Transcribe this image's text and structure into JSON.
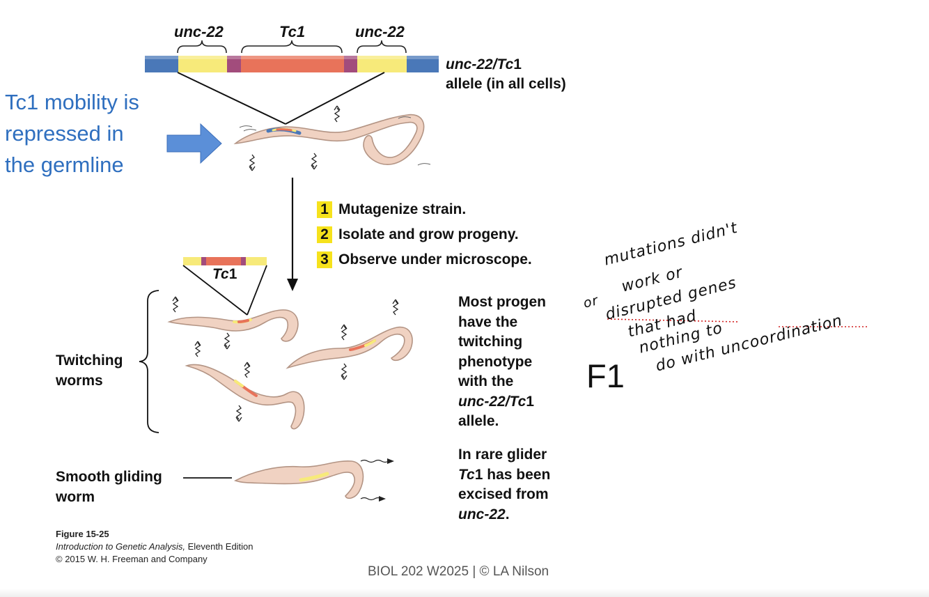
{
  "slide": {
    "note": {
      "line1": "Tc1 mobility is",
      "line2": "repressed  in",
      "line3": "the germline"
    },
    "handwritten_label": "F1",
    "handwriting": {
      "line1": "mutations didn't",
      "line2": "work or",
      "line3": "disrupted genes",
      "line4": "that had",
      "line5": "nothing to",
      "line6": "do with uncoordination",
      "bullet": "or"
    },
    "footer": "BIOL 202 W2025 | © LA Nilson"
  },
  "figure": {
    "gene_labels": {
      "left": "unc-22",
      "middle": "Tc1",
      "right": "unc-22"
    },
    "allele_label": {
      "italic": "unc-22/Tc",
      "plain": "1",
      "line2": "allele (in all cells)"
    },
    "steps": [
      {
        "num": "1",
        "text": "Mutagenize strain."
      },
      {
        "num": "2",
        "text": "Isolate and grow progeny."
      },
      {
        "num": "3",
        "text": "Observe under microscope."
      }
    ],
    "insert_label": {
      "italic": "Tc",
      "plain": "1"
    },
    "twitching_label": {
      "line1": "Twitching",
      "line2": "worms"
    },
    "gliding_label": {
      "line1": "Smooth gliding",
      "line2": "worm"
    },
    "progeny_text": {
      "line1": "Most progen",
      "line2": "have the",
      "line3": "twitching",
      "line4": "phenotype",
      "line5": "with the",
      "line6_italic": "unc-22/Tc",
      "line6_plain": "1",
      "line7": "allele."
    },
    "glider_text": {
      "line1": "In rare glider",
      "line2_italic": "Tc",
      "line2_plain": "1 has been",
      "line3": "excised from",
      "line4_italic": "unc-22",
      "line4_plain": "."
    },
    "caption": {
      "line1": "Figure 15-25",
      "line2_italic": "Introduction to Genetic Analysis,",
      "line2_plain": " Eleventh Edition",
      "line3": "© 2015 W. H. Freeman and Company"
    },
    "colors": {
      "blue_segment": "#4a78b8",
      "yellow_segment": "#f7ea7a",
      "tc1_segment": "#e8735a",
      "junction": "#a24c7c",
      "worm_body": "#f0d2c2",
      "worm_outline": "#b39484",
      "note_blue": "#2f6fbf",
      "arrow_blue": "#5b8fd8",
      "step_highlight": "#f6e21c",
      "dotted_red": "#d21f1f"
    }
  }
}
